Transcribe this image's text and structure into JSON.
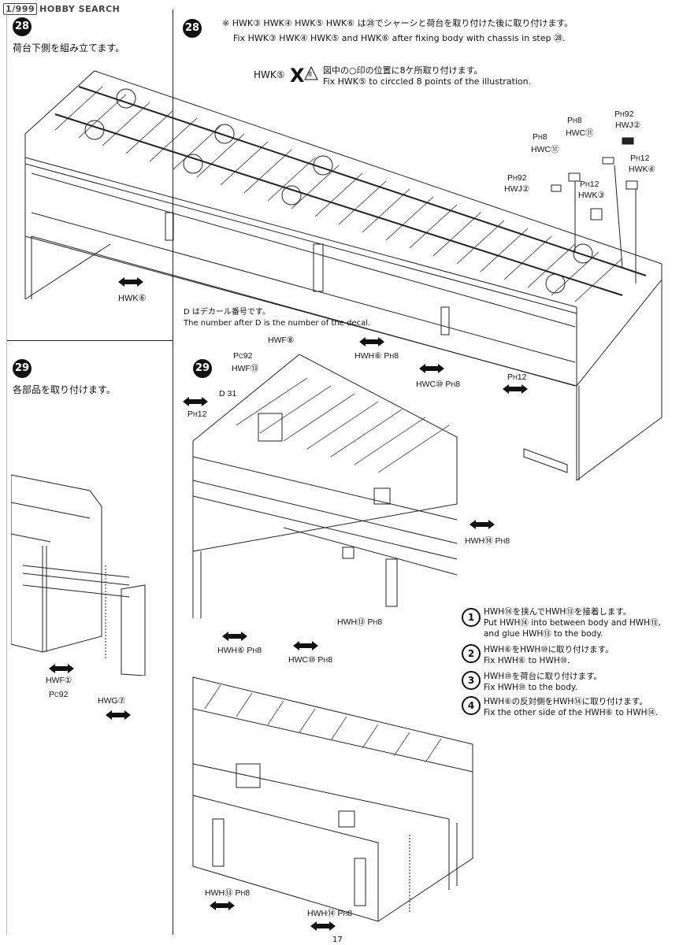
{
  "watermark": {
    "logo": "1/999",
    "text": "HOBBY SEARCH"
  },
  "step28": {
    "number": "28",
    "title_jp": "荷台下側を組み立てます。",
    "note_jp": "※ HWK③ HWK④ HWK⑤ HWK⑥ は㉘でシャーシと荷台を取り付けた後に取り付けます。",
    "note_en": "Fix HWK③ HWK④ HWK⑤ and HWK⑥ after fixing body with chassis in step ㉘.",
    "hwk5_label": "HWK⑤",
    "x8_label": "8",
    "circled_jp": "図中の○印の位置に8ケ所取り付けます。",
    "circled_en": "Fix HWK⑤ to circcled 8 points of the illustration.",
    "hwk6_label": "HWK⑥",
    "parts": [
      {
        "code": "P",
        "sub": "H",
        "num": "92",
        "name": "HWJ②"
      },
      {
        "code": "P",
        "sub": "H",
        "num": "8",
        "name": "HWC⑪"
      },
      {
        "code": "P",
        "sub": "H",
        "num": "8",
        "name": "HWC⑪"
      },
      {
        "code": "P",
        "sub": "H",
        "num": "12",
        "name": "HWK④"
      },
      {
        "code": "P",
        "sub": "H",
        "num": "92",
        "name": "HWJ②"
      },
      {
        "code": "P",
        "sub": "H",
        "num": "12",
        "name": "HWK③"
      },
      {
        "code": "P",
        "sub": "H",
        "num": "12",
        "name": ""
      }
    ],
    "decal_note_jp": "D はデカール番号です。",
    "decal_note_en": "The number after D is the number of the decal."
  },
  "step29": {
    "number": "29",
    "title_jp": "各部品を取り付けます。",
    "labels": {
      "pc92_hwf13": "HWF⑬",
      "pc92": "P C 92",
      "hwf8": "HWF⑧",
      "d31": "D 31",
      "ph12": "P H 12",
      "hwh6": "HWH⑥",
      "ph8": "P H 8",
      "hwc10": "HWC⑩",
      "hwh14": "HWH⑭",
      "hwh13": "HWH⑬",
      "hwf1": "HWF①",
      "hwg7": "HWG⑦"
    },
    "instructions": [
      {
        "num": "1",
        "jp": "HWH⑭を挟んでHWH⑬を接着します。",
        "en1": "Put HWH⑭ into between body and HWH⑬,",
        "en2": "and glue HWH⑬ to the body."
      },
      {
        "num": "2",
        "jp": "HWH⑥をHWH⑩に取り付けます。",
        "en1": "Fix HWH⑥ to HWH⑩.",
        "en2": ""
      },
      {
        "num": "3",
        "jp": "HWH⑩を荷台に取り付けます。",
        "en1": "Fix HWH⑩ to the body.",
        "en2": ""
      },
      {
        "num": "4",
        "jp": "HWH⑥の反対側をHWH⑭に取り付けます。",
        "en1": "Fix the other side of the HWH⑥ to HWH⑭.",
        "en2": ""
      }
    ]
  },
  "page_number": "17"
}
